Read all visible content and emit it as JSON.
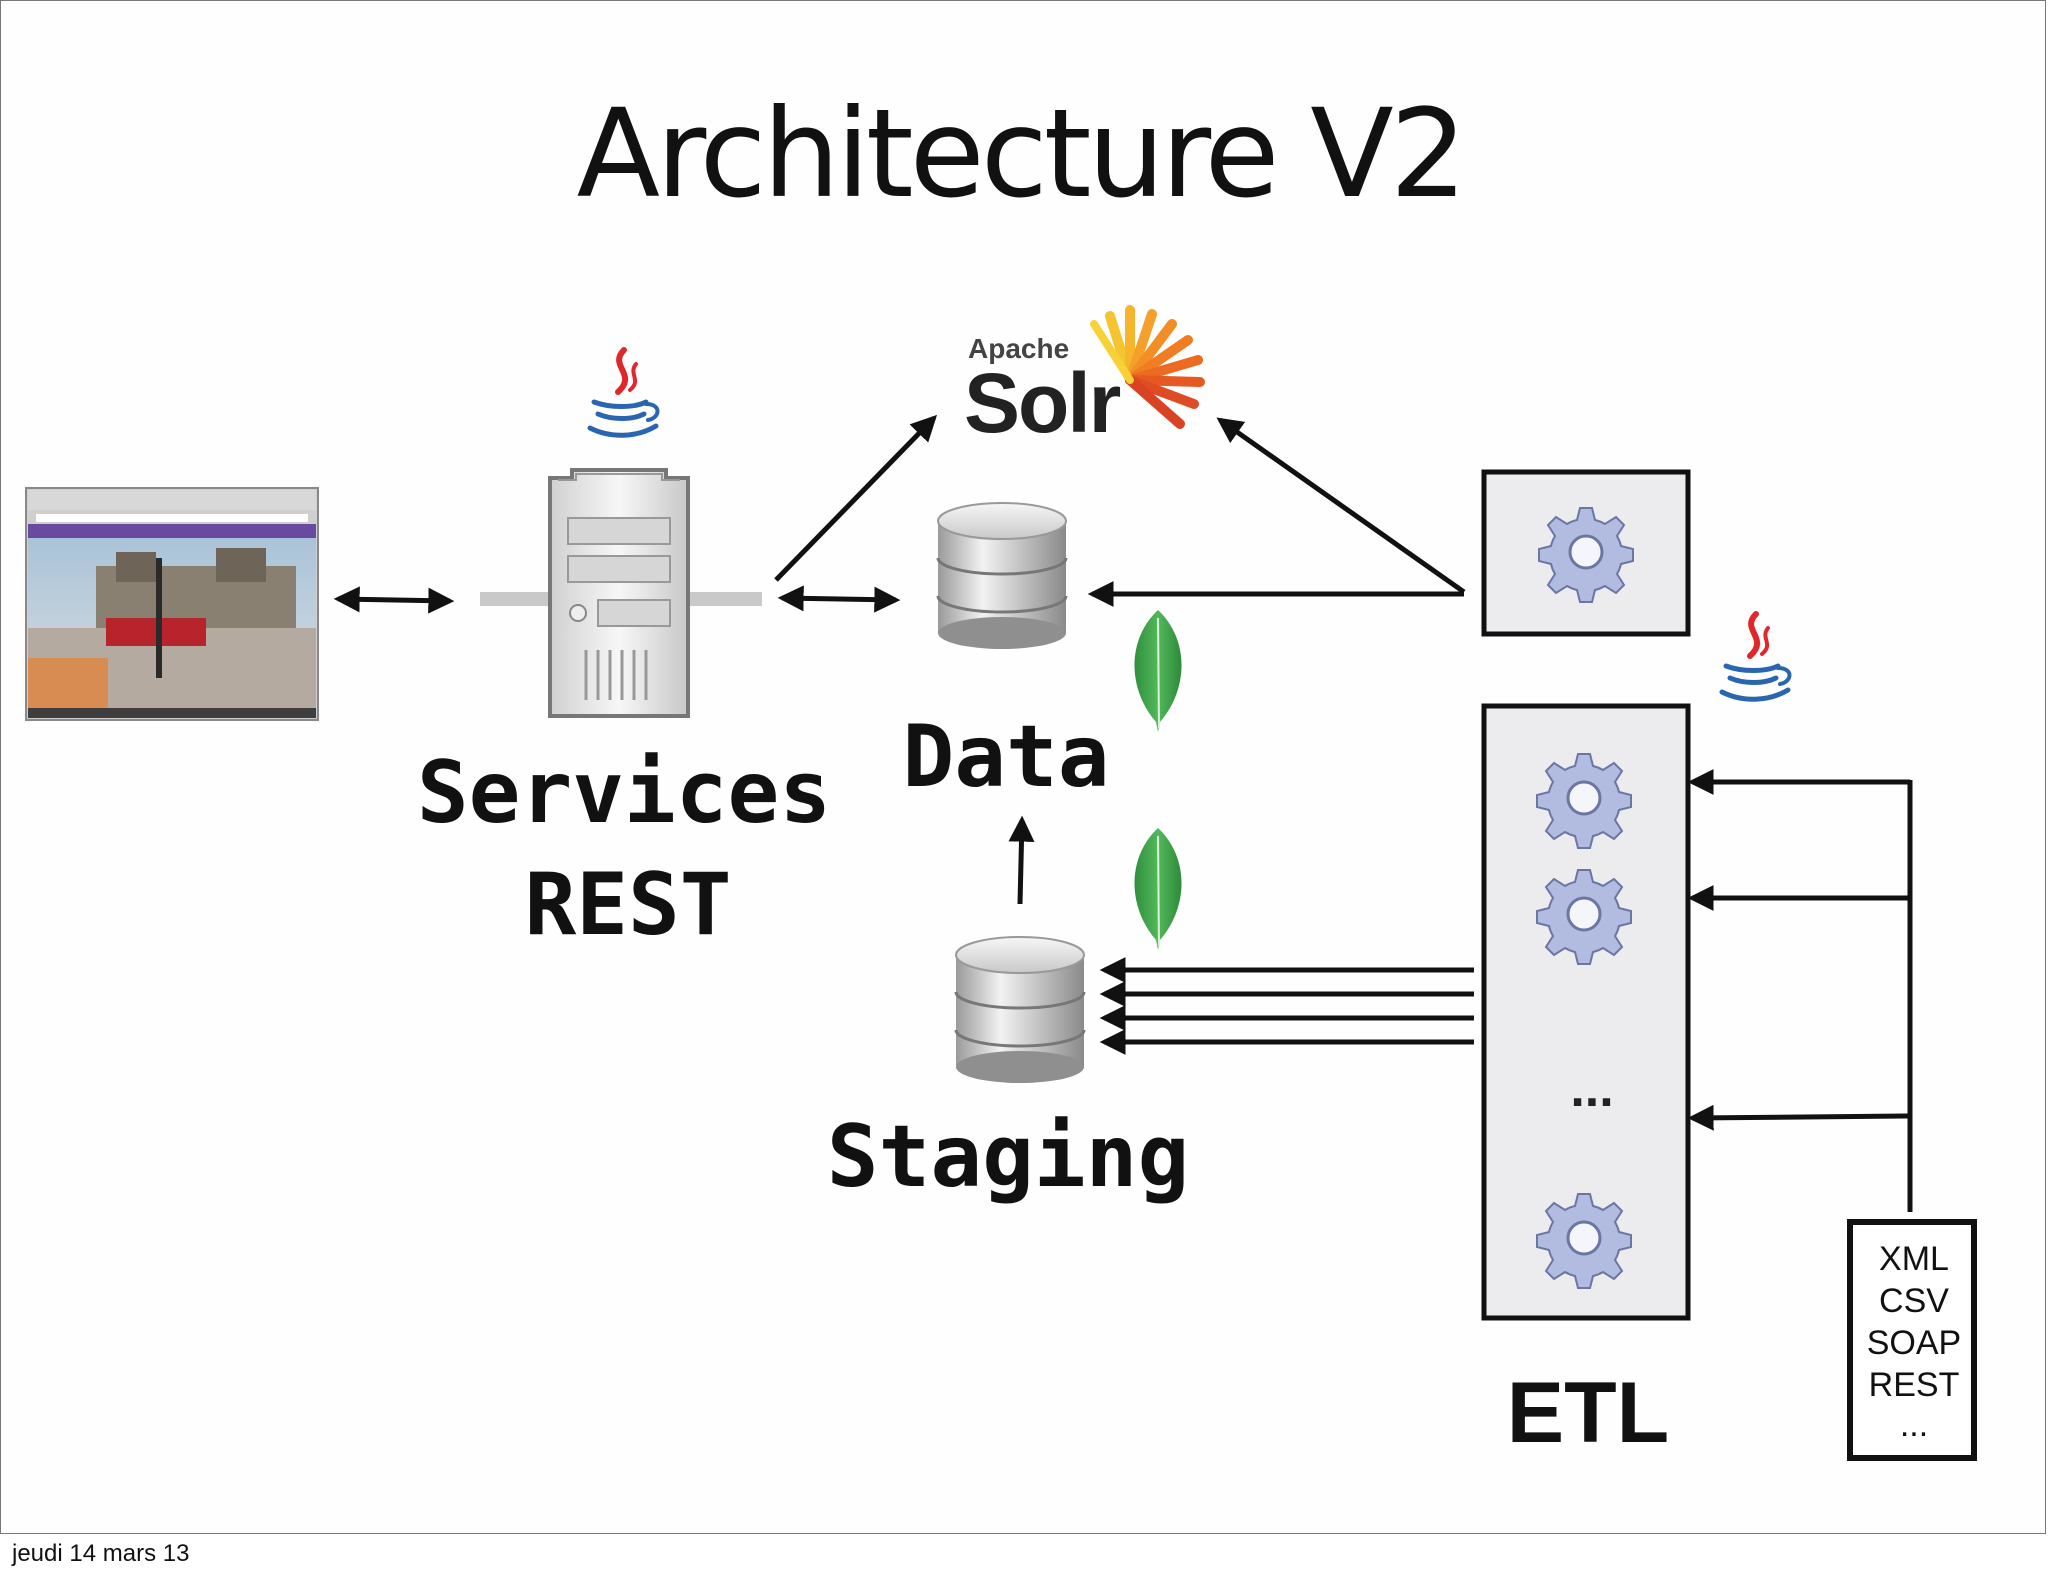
{
  "slide": {
    "title": "Architecture V2",
    "footer": "jeudi 14 mars 13"
  },
  "nodes": {
    "services": {
      "line1": "Services",
      "line2": "REST"
    },
    "data": {
      "label": "Data"
    },
    "staging": {
      "label": "Staging"
    },
    "solr": {
      "small": "Apache",
      "big": "Solr"
    },
    "etl": {
      "label": "ETL",
      "ellipsis": "..."
    },
    "formats": [
      "XML",
      "CSV",
      "SOAP",
      "REST",
      "..."
    ]
  },
  "icons": [
    "browser-screenshot-icon",
    "java-logo-icon",
    "server-icon",
    "solr-logo-icon",
    "database-icon",
    "mongodb-leaf-icon",
    "gear-icon"
  ],
  "colors": {
    "mongo_green": "#3fa14c",
    "java_red": "#e1262c",
    "java_blue": "#2a66b0",
    "solr_orange": "#f08a24",
    "gear_blue": "#a8b4d8",
    "box_fill": "#ececef"
  }
}
